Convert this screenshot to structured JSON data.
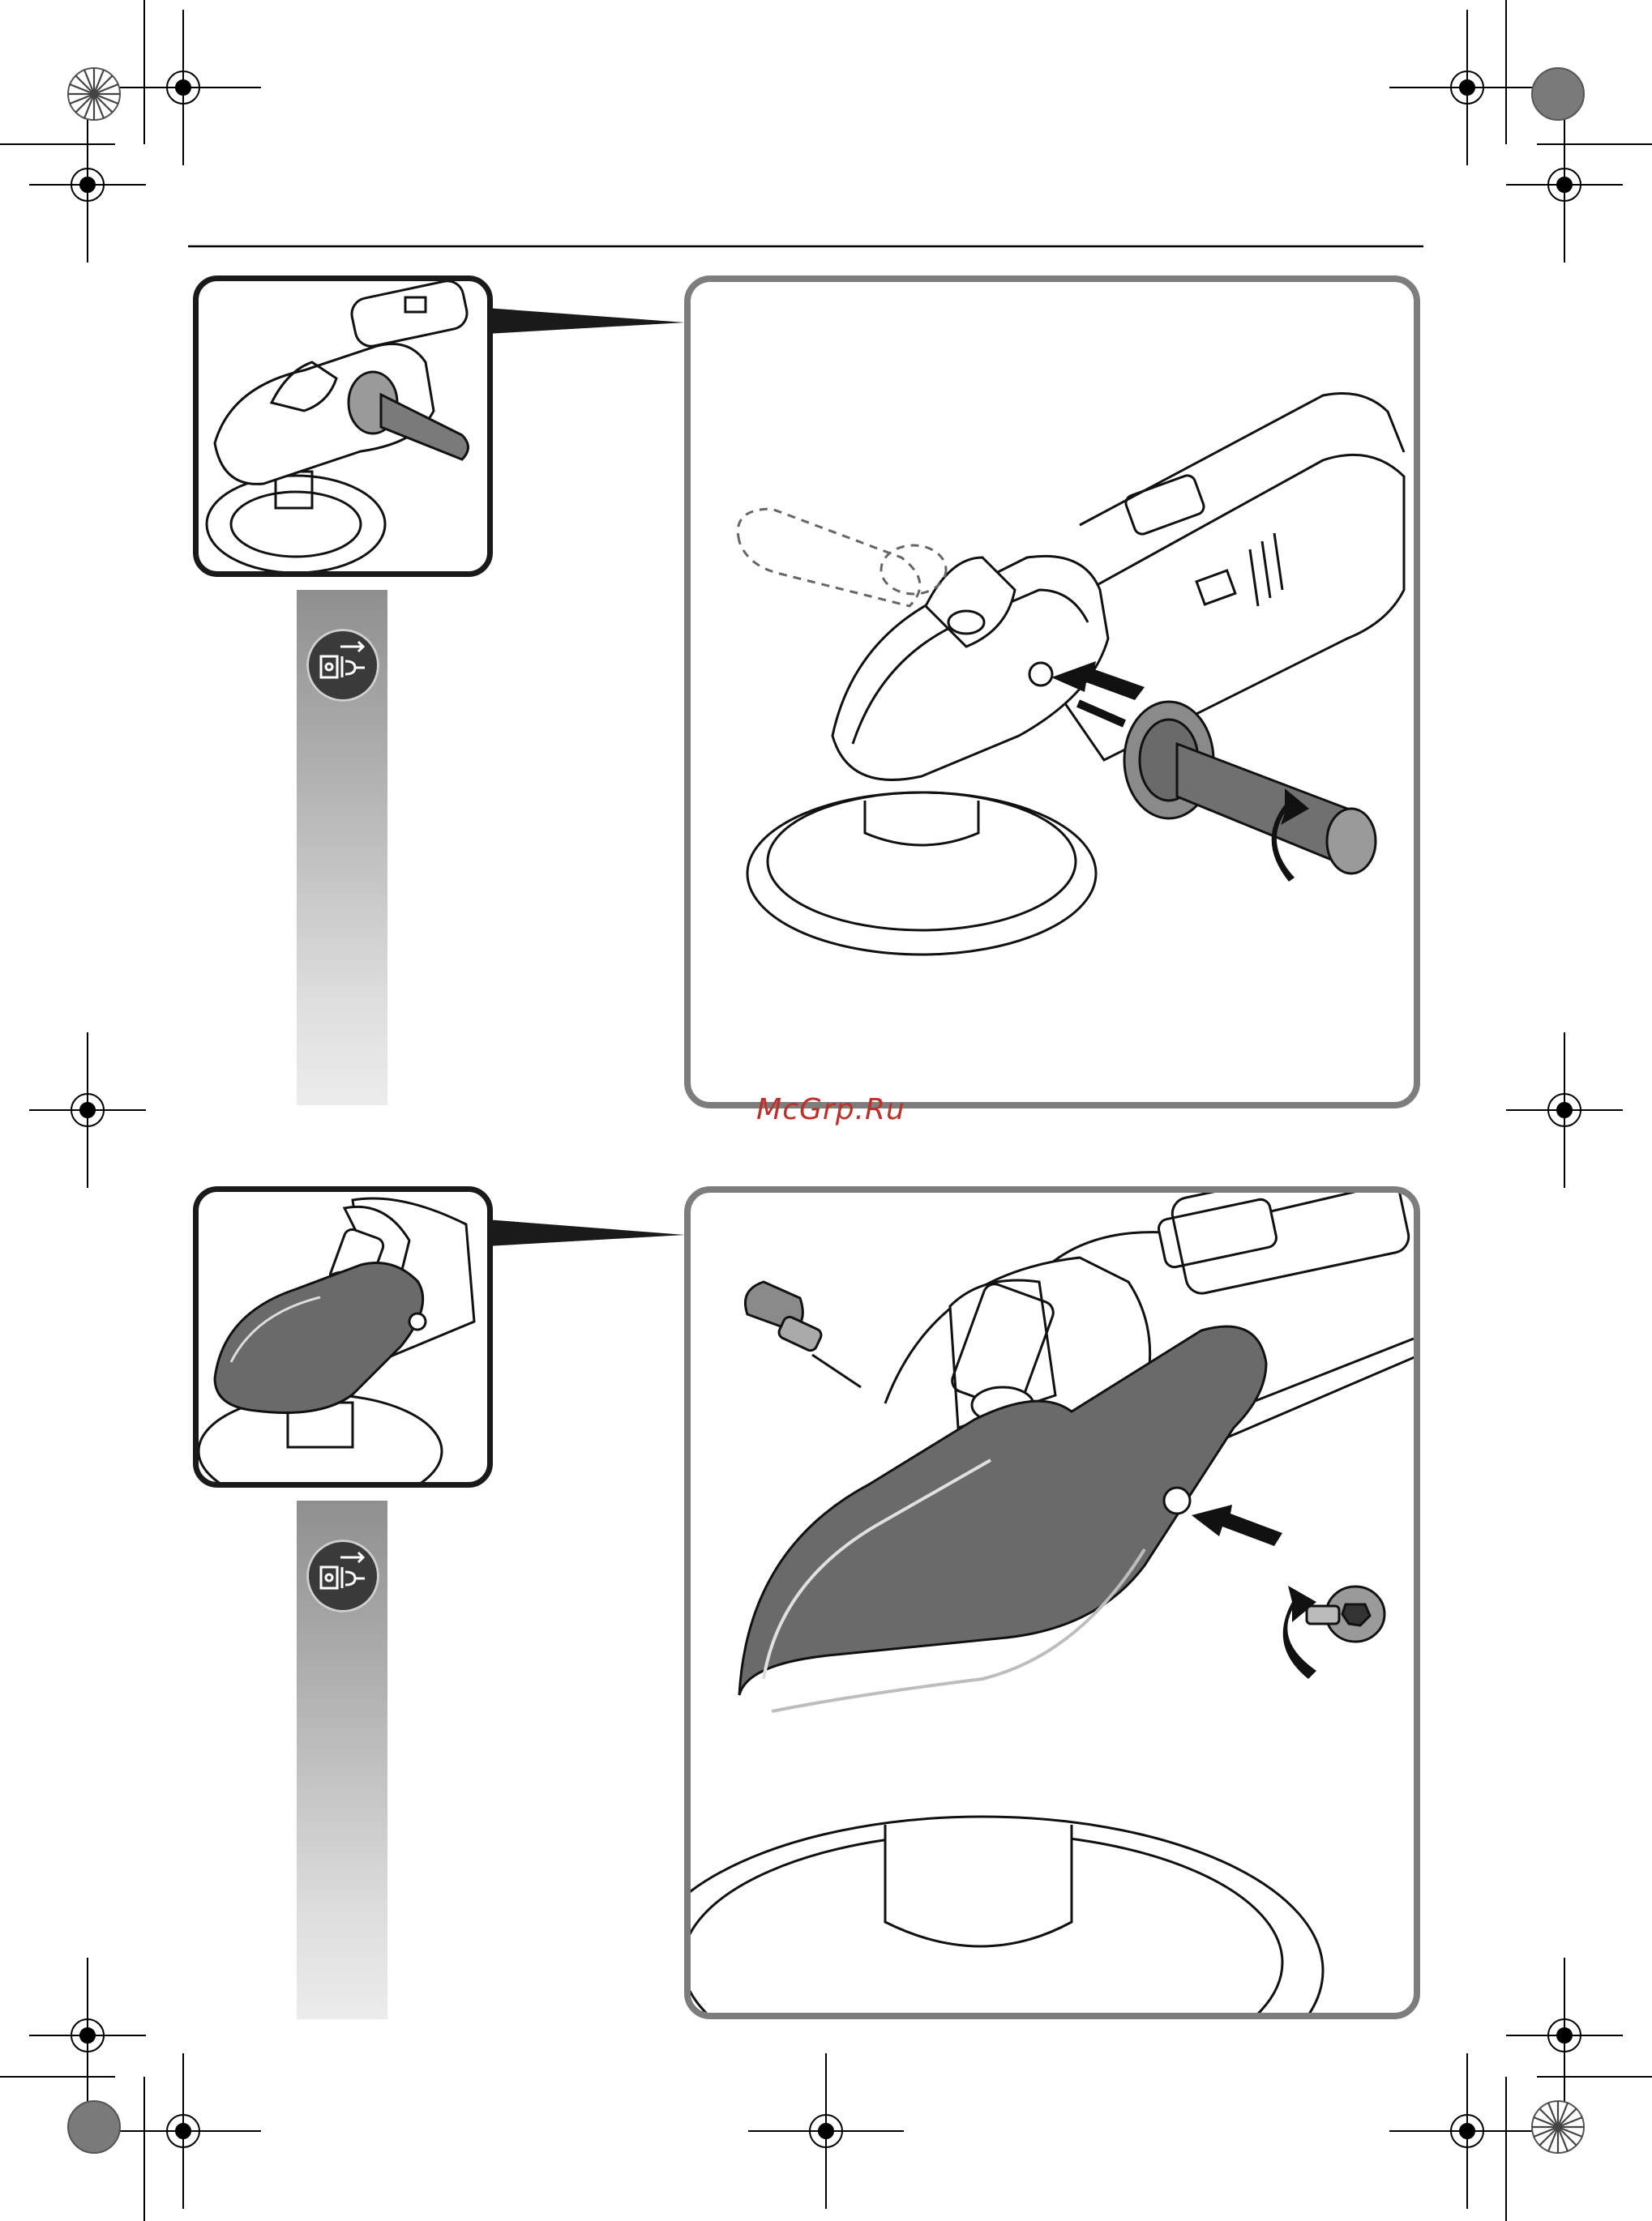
{
  "watermark": {
    "text": "McGrp.Ru"
  },
  "figures": [
    {
      "id": "step-1",
      "description_icon": "unplug-icon",
      "thumbnail_subject": "polisher-with-side-handle",
      "main_subject": "attach-side-handle"
    },
    {
      "id": "step-2",
      "description_icon": "unplug-icon",
      "thumbnail_subject": "polisher-gear-head",
      "main_subject": "screw-gear-head-cover"
    }
  ],
  "colors": {
    "frame_dark": "#1a1a1a",
    "frame_grey": "#7d7d7d",
    "watermark": "#c0302a",
    "cover_grey": "#6a6a6a"
  }
}
